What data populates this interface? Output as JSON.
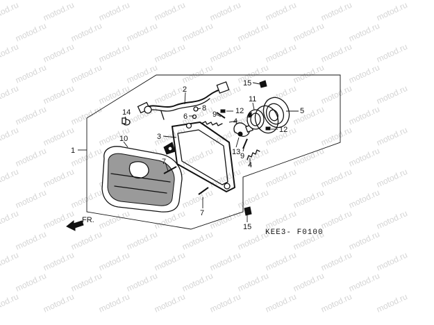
{
  "watermark_text": "motod.ru",
  "diagram_code": "KEE3- F0100",
  "direction_label": "FR.",
  "callouts": {
    "c1": "1",
    "c2": "2",
    "c3": "3",
    "c4a": "4",
    "c4b": "4",
    "c5": "5",
    "c6": "6",
    "c7a": "7",
    "c7b": "7",
    "c8": "8",
    "c9a": "9",
    "c9b": "9",
    "c10": "10",
    "c11": "11",
    "c12a": "12",
    "c12b": "12",
    "c13": "13",
    "c14": "14",
    "c15a": "15",
    "c15b": "15"
  }
}
